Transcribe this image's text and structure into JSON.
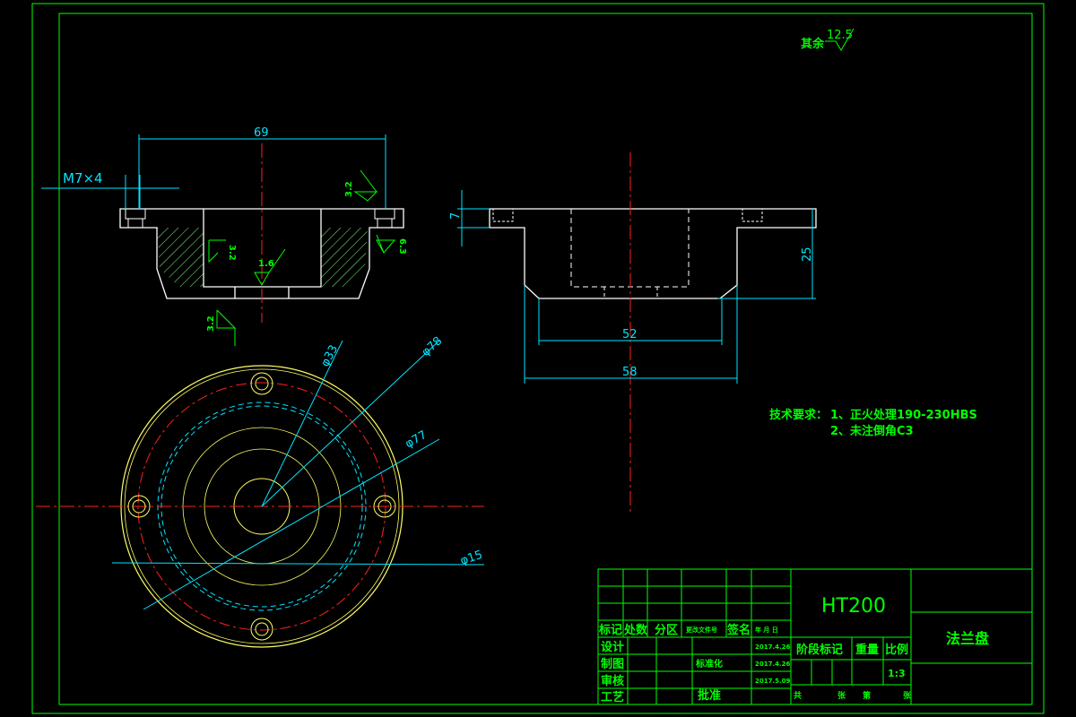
{
  "surface_note": {
    "prefix": "其余",
    "value": "12.5"
  },
  "section_view": {
    "dim_top": "69",
    "thread_label": "M7×4",
    "rough_1": "3.2",
    "rough_2": "3.2",
    "rough_3": "1.6",
    "rough_4": "6.3",
    "rough_5": "3.2"
  },
  "side_view": {
    "dim_7": "7",
    "dim_25": "25",
    "dim_52": "52",
    "dim_58": "58"
  },
  "plan_view": {
    "d33": "φ33",
    "d78": "φ78",
    "d77": "φ77",
    "d15": "φ15"
  },
  "tech_requirements": {
    "heading": "技术要求：",
    "item1": "1、正火处理190-230HBS",
    "item2": "2、未注倒角C3"
  },
  "title_block": {
    "material": "HT200",
    "part_name": "法兰盘",
    "col_mark": "标记",
    "col_count": "处数",
    "col_zone": "分区",
    "col_doc": "更改文件号",
    "col_sign": "签名",
    "col_date": "年 月 日",
    "row_design": "设计",
    "row_draw": "制图",
    "row_review": "审核",
    "row_process": "工艺",
    "standardize": "标准化",
    "approve": "批准",
    "date1": "2017.4.26",
    "date2": "2017.4.26",
    "date3": "2017.5.09",
    "stage": "阶段标记",
    "weight": "重量",
    "scale_label": "比例",
    "scale_value": "1:3",
    "total": "共",
    "sheets": "张",
    "page": "第",
    "sheet": "张"
  },
  "colors": {
    "frame": "#00ff00",
    "outline": "#ffffff",
    "center": "#ff2020",
    "dimension": "#00e5ff",
    "circle_outer": "#ffff66"
  }
}
